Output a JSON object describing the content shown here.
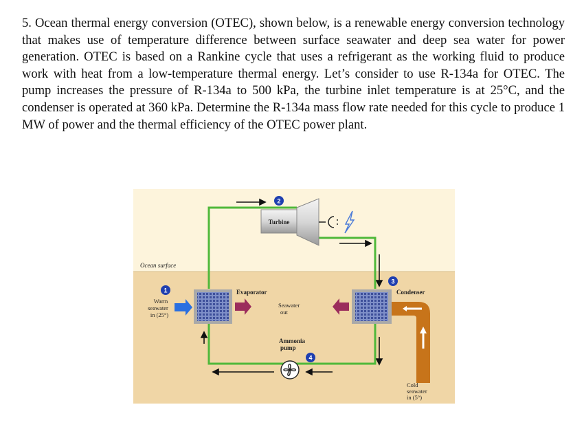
{
  "problem": {
    "text": "5. Ocean thermal energy conversion (OTEC), shown below, is a renewable energy conversion technology that makes use of temperature difference between surface seawater and deep sea water for power generation. OTEC is based on a Rankine cycle that uses a refrigerant as the working fluid to produce work with heat from a low-temperature thermal energy. Let’s consider to use R-134a for OTEC. The pump increases the pressure of R-134a to 500 kPa, the turbine inlet temperature is at 25°C, and the condenser is operated at 360 kPa. Determine the R-134a mass flow rate needed for this cycle to produce 1 MW of power and the thermal efficiency of the OTEC power plant."
  },
  "figure": {
    "ocean_surface": "Ocean surface",
    "turbine": "Turbine",
    "evaporator": "Evaporator",
    "condenser": "Condenser",
    "seawater_out_1": "Seawater",
    "seawater_out_2": "out",
    "pump_1": "Ammonia",
    "pump_2": "pump",
    "warm_1": "Warm",
    "warm_2": "seawater",
    "warm_3": "in (25°)",
    "cold_1": "Cold",
    "cold_2": "seawater",
    "cold_3": "in (5°)",
    "state_1": "1",
    "state_2": "2",
    "state_3": "3",
    "state_4": "4",
    "colors": {
      "sky": "#fdf4dc",
      "sea": "#f0d6a6",
      "pipe": "#4fb83a",
      "badge": "#1f3fb0",
      "warm_arrow": "#2a6fe0",
      "out_arrow": "#9b2d5c",
      "cold_pipe": "#c7741a"
    }
  }
}
